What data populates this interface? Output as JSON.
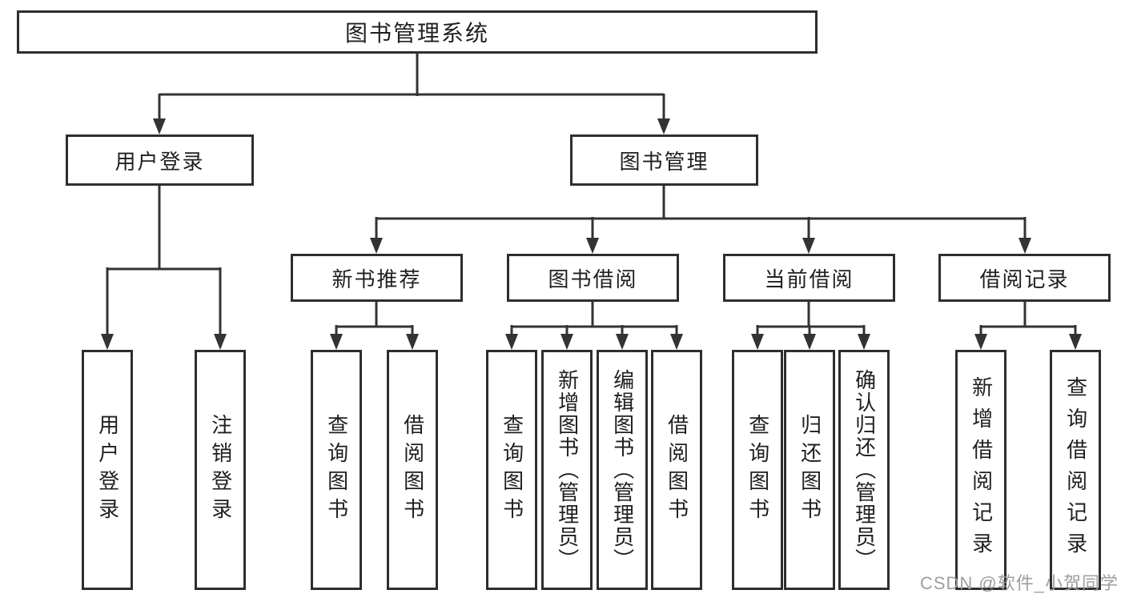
{
  "diagram_title": "图书管理系统",
  "nodes": {
    "root": {
      "label": "图书管理系统"
    },
    "level2": [
      {
        "label": "用户登录"
      },
      {
        "label": "图书管理"
      }
    ],
    "level3": [
      {
        "label": "新书推荐",
        "parent": "图书管理"
      },
      {
        "label": "图书借阅",
        "parent": "图书管理"
      },
      {
        "label": "当前借阅",
        "parent": "图书管理"
      },
      {
        "label": "借阅记录",
        "parent": "图书管理"
      }
    ],
    "leaves": [
      {
        "label": "用户登录",
        "parent": "用户登录"
      },
      {
        "label": "注销登录",
        "parent": "用户登录"
      },
      {
        "label": "查询图书",
        "parent": "新书推荐"
      },
      {
        "label": "借阅图书",
        "parent": "新书推荐"
      },
      {
        "label": "查询图书",
        "parent": "图书借阅"
      },
      {
        "label": "新增图书（管理员）",
        "parent": "图书借阅"
      },
      {
        "label": "编辑图书（管理员）",
        "parent": "图书借阅"
      },
      {
        "label": "借阅图书",
        "parent": "图书借阅"
      },
      {
        "label": "查询图书",
        "parent": "当前借阅"
      },
      {
        "label": "归还图书",
        "parent": "当前借阅"
      },
      {
        "label": "确认归还（管理员）",
        "parent": "当前借阅"
      },
      {
        "label": "新增借阅记录",
        "parent": "借阅记录"
      },
      {
        "label": "查询借阅记录",
        "parent": "借阅记录"
      }
    ]
  },
  "watermark": "CSDN @软件_小贺同学",
  "colors": {
    "line": "#333333",
    "box_border": "#2e2e2e",
    "text": "#1f1f1f",
    "watermark": "#9e9e9e",
    "background": "#ffffff"
  }
}
